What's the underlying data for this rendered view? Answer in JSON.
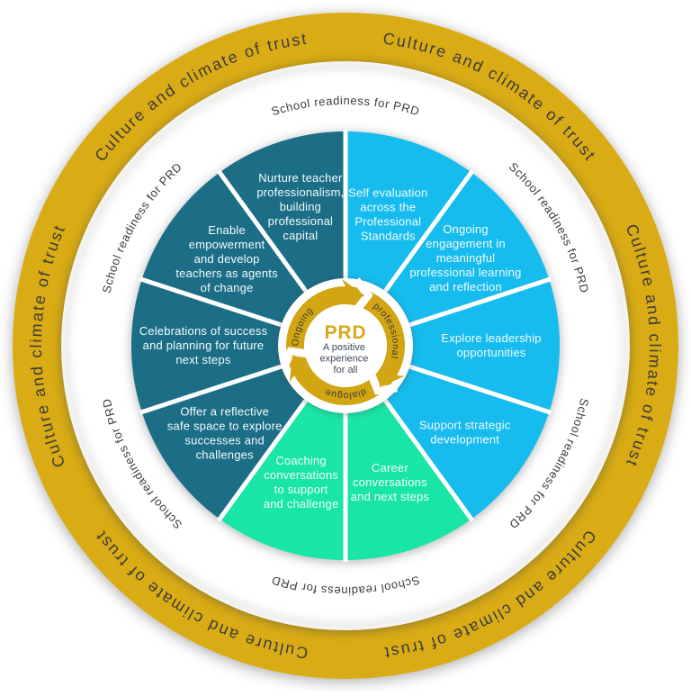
{
  "outer_ring": {
    "label": "Culture and climate of trust",
    "repeat": 6,
    "band_color": "#D9AC15",
    "text_color": "#3B3B3B"
  },
  "middle_ring": {
    "label": "School readiness for PRD",
    "repeat": 6,
    "band_color": "#FFFFFF",
    "text_color": "#3B3B3B"
  },
  "hub": {
    "title": "PRD",
    "title_color": "#D7A81A",
    "subtitle": "A positive experience for all",
    "subtitle_lines": [
      "A positive",
      "experience",
      "for all"
    ],
    "subtitle_color": "#3F4A58",
    "ring_color": "#D2A513",
    "ring_words": [
      "Ongoing",
      "professional",
      "dialogue"
    ]
  },
  "segment_colors": {
    "blue": "#16BCEE",
    "mint": "#19E6A6",
    "teal": "#1B6E86"
  },
  "segments": [
    {
      "id": "self-evaluation",
      "color": "#16BCEE",
      "label": "Self evaluation across the Professional Standards",
      "lines": [
        "Self evaluation",
        "across the",
        "Professional",
        "Standards"
      ]
    },
    {
      "id": "ongoing-engagement",
      "color": "#16BCEE",
      "label": "Ongoing engagement in meaningful professional learning and reflection",
      "lines": [
        "Ongoing",
        "engagement in",
        "meaningful",
        "professional learning",
        "and reflection"
      ]
    },
    {
      "id": "explore-leadership",
      "color": "#16BCEE",
      "label": "Explore leadership opportunities",
      "lines": [
        "Explore leadership",
        "opportunities"
      ]
    },
    {
      "id": "support-strategic-development",
      "color": "#16BCEE",
      "label": "Support strategic development",
      "lines": [
        "Support strategic",
        "development"
      ]
    },
    {
      "id": "career-conversations",
      "color": "#19E6A6",
      "label": "Career conversations and next steps",
      "lines": [
        "Career",
        "conversations",
        "and next steps"
      ]
    },
    {
      "id": "coaching-conversations",
      "color": "#19E6A6",
      "label": "Coaching conversations to support and challenge",
      "lines": [
        "Coaching",
        "conversations",
        "to support",
        "and challenge"
      ]
    },
    {
      "id": "reflective-safe-space",
      "color": "#1B6E86",
      "label": "Offer a reflective safe space to explore successes and challenges",
      "lines": [
        "Offer a reflective",
        "safe space to explore",
        "successes and",
        "challenges"
      ]
    },
    {
      "id": "celebrations-of-success",
      "color": "#1B6E86",
      "label": "Celebrations of success and planning for future next steps",
      "lines": [
        "Celebrations of success",
        "and planning for future",
        "next steps"
      ]
    },
    {
      "id": "enable-empowerment",
      "color": "#1B6E86",
      "label": "Enable empowerment and develop teachers as agents of change",
      "lines": [
        "Enable",
        "empowerment",
        "and develop",
        "teachers as agents",
        "of change"
      ]
    },
    {
      "id": "nurture-professionalism",
      "color": "#1B6E86",
      "label": "Nurture teacher professionalism, building professional capital",
      "lines": [
        "Nurture teacher",
        "professionalism,",
        "building",
        "professional",
        "capital"
      ]
    }
  ]
}
